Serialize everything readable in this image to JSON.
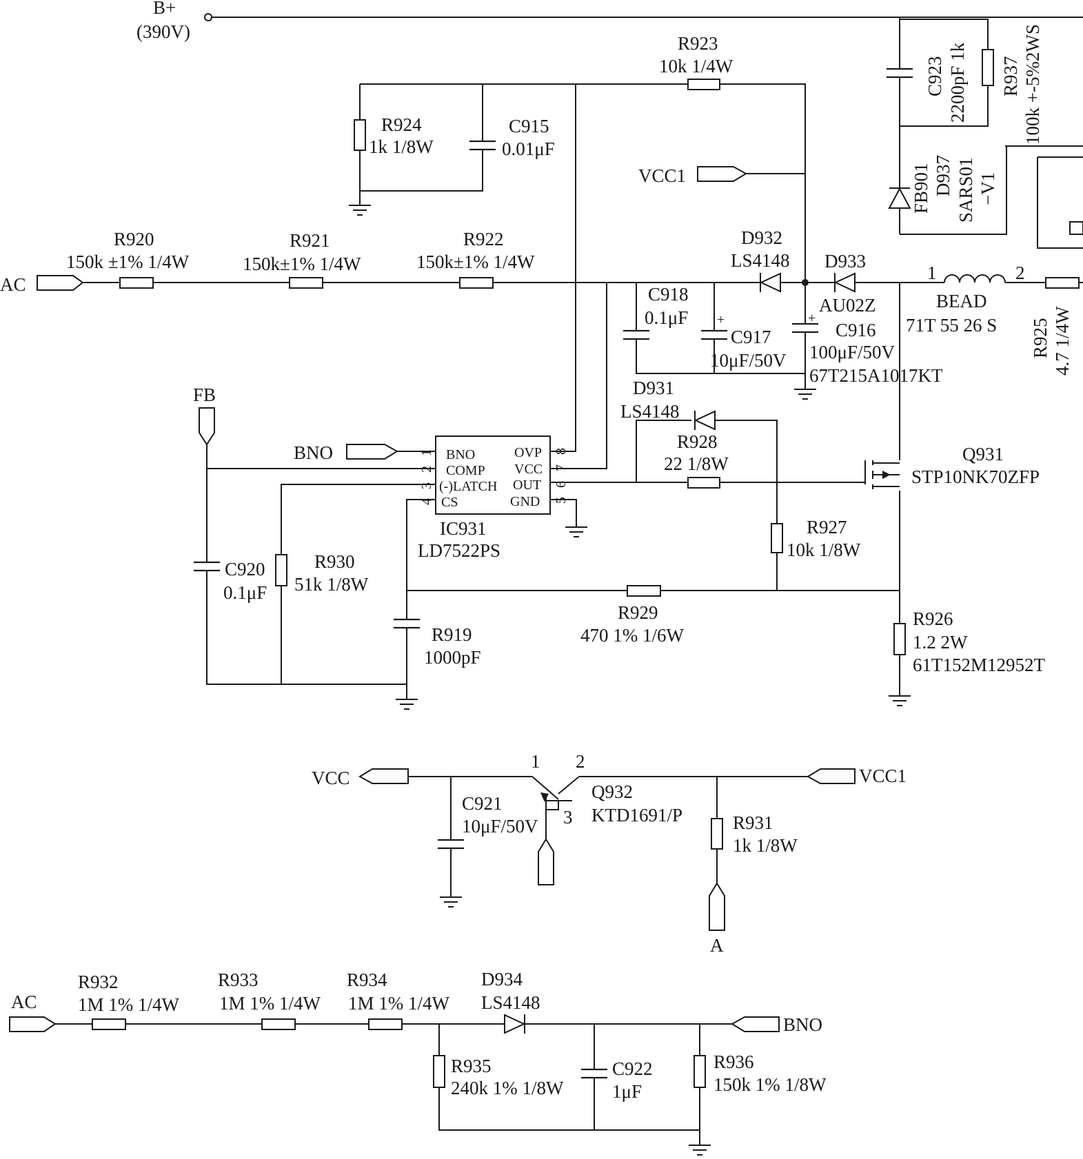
{
  "supply": {
    "name": "B+",
    "voltage": "(390V)"
  },
  "ports": {
    "ac_top": "AC",
    "ac_bottom": "AC",
    "fb": "FB",
    "bno_in": "BNO",
    "bno_out": "BNO",
    "vcc1_top": "VCC1",
    "vcc": "VCC",
    "vcc1_mid": "VCC1",
    "a": "A"
  },
  "resistors": {
    "R920": {
      "ref": "R920",
      "value": "150k ±1% 1/4W"
    },
    "R921": {
      "ref": "R921",
      "value": "150k±1% 1/4W"
    },
    "R922": {
      "ref": "R922",
      "value": "150k±1% 1/4W"
    },
    "R923": {
      "ref": "R923",
      "value": "10k 1/4W"
    },
    "R924": {
      "ref": "R924",
      "value": "1k 1/8W"
    },
    "R925": {
      "ref": "R925",
      "value": "4.7 1/4W"
    },
    "R926": {
      "ref": "R926",
      "value": "1.2 2W",
      "part": "61T152M12952T"
    },
    "R927": {
      "ref": "R927",
      "value": "10k 1/8W"
    },
    "R928": {
      "ref": "R928",
      "value": "22 1/8W"
    },
    "R929": {
      "ref": "R929",
      "value": "470 1% 1/6W"
    },
    "R930": {
      "ref": "R930",
      "value": "51k 1/8W"
    },
    "R931": {
      "ref": "R931",
      "value": "1k 1/8W"
    },
    "R932": {
      "ref": "R932",
      "value": "1M 1% 1/4W"
    },
    "R933": {
      "ref": "R933",
      "value": "1M 1% 1/4W"
    },
    "R934": {
      "ref": "R934",
      "value": "1M 1% 1/4W"
    },
    "R935": {
      "ref": "R935",
      "value": "240k 1% 1/8W"
    },
    "R936": {
      "ref": "R936",
      "value": "150k 1% 1/8W"
    },
    "R937": {
      "ref": "R937",
      "value": "100k +-5%2WS"
    }
  },
  "capacitors": {
    "C915": {
      "ref": "C915",
      "value": "0.01μF"
    },
    "C916": {
      "ref": "C916",
      "value": "100μF/50V",
      "part": "67T215A1017KT"
    },
    "C917": {
      "ref": "C917",
      "value": "10μF/50V"
    },
    "C918": {
      "ref": "C918",
      "value": "0.1μF"
    },
    "C919": {
      "ref": "R919",
      "value": "1000pF"
    },
    "C920": {
      "ref": "C920",
      "value": "0.1μF"
    },
    "C921": {
      "ref": "C921",
      "value": "10μF/50V"
    },
    "C922": {
      "ref": "C922",
      "value": "1μF"
    },
    "C923": {
      "ref": "C923",
      "value": "2200pF 1k"
    }
  },
  "diodes": {
    "D931": {
      "ref": "D931",
      "value": "LS4148"
    },
    "D932": {
      "ref": "D932",
      "value": "LS4148"
    },
    "D933": {
      "ref": "D933",
      "value": "AU02Z"
    },
    "D934": {
      "ref": "D934",
      "value": "LS4148"
    },
    "D937": {
      "line1": "FB901",
      "line2": "D937",
      "line3": "SARS01",
      "line4": "−V1"
    }
  },
  "bead": {
    "name": "BEAD",
    "part": "71T 55 26 S",
    "pin1": "1",
    "pin2": "2"
  },
  "ic": {
    "ref": "IC931",
    "part": "LD7522PS",
    "pins_left": [
      "BNO",
      "COMP",
      "(-)LATCH",
      "CS"
    ],
    "pins_right": [
      "OVP",
      "VCC",
      "OUT",
      "GND"
    ],
    "pin_nums_left": [
      "1",
      "2",
      "3",
      "4"
    ],
    "pin_nums_right": [
      "8",
      "7",
      "6",
      "5"
    ]
  },
  "transistors": {
    "Q931": {
      "ref": "Q931",
      "part": "STP10NK70ZFP"
    },
    "Q932": {
      "ref": "Q932",
      "part": "KTD1691/P",
      "pin1": "1",
      "pin2": "2",
      "pin3": "3"
    }
  }
}
